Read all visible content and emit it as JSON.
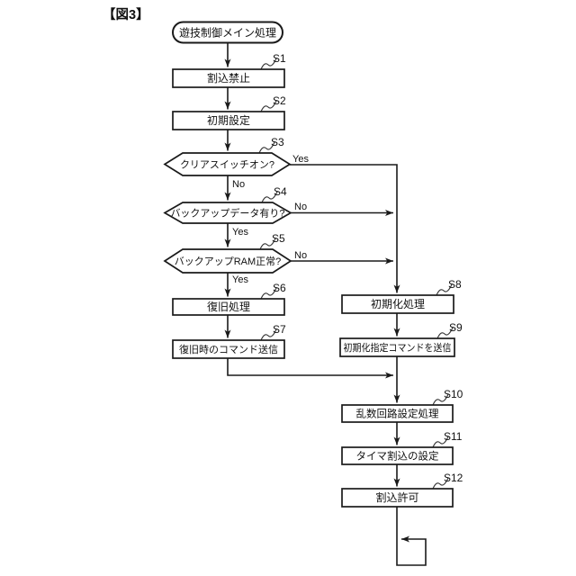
{
  "figure_title": "【図3】",
  "flow": {
    "start": "遊技制御メイン処理",
    "labels": {
      "yes": "Yes",
      "no": "No"
    },
    "steps": [
      {
        "id": "S1",
        "label": "割込禁止",
        "type": "process"
      },
      {
        "id": "S2",
        "label": "初期設定",
        "type": "process"
      },
      {
        "id": "S3",
        "label": "クリアスイッチオン?",
        "type": "decision"
      },
      {
        "id": "S4",
        "label": "バックアップデータ有り?",
        "type": "decision"
      },
      {
        "id": "S5",
        "label": "バックアップRAM正常?",
        "type": "decision"
      },
      {
        "id": "S6",
        "label": "復旧処理",
        "type": "process"
      },
      {
        "id": "S7",
        "label": "復旧時のコマンド送信",
        "type": "process"
      },
      {
        "id": "S8",
        "label": "初期化処理",
        "type": "process"
      },
      {
        "id": "S9",
        "label": "初期化指定コマンドを送信",
        "type": "process"
      },
      {
        "id": "S10",
        "label": "乱数回路設定処理",
        "type": "process"
      },
      {
        "id": "S11",
        "label": "タイマ割込の設定",
        "type": "process"
      },
      {
        "id": "S12",
        "label": "割込許可",
        "type": "process"
      }
    ]
  }
}
